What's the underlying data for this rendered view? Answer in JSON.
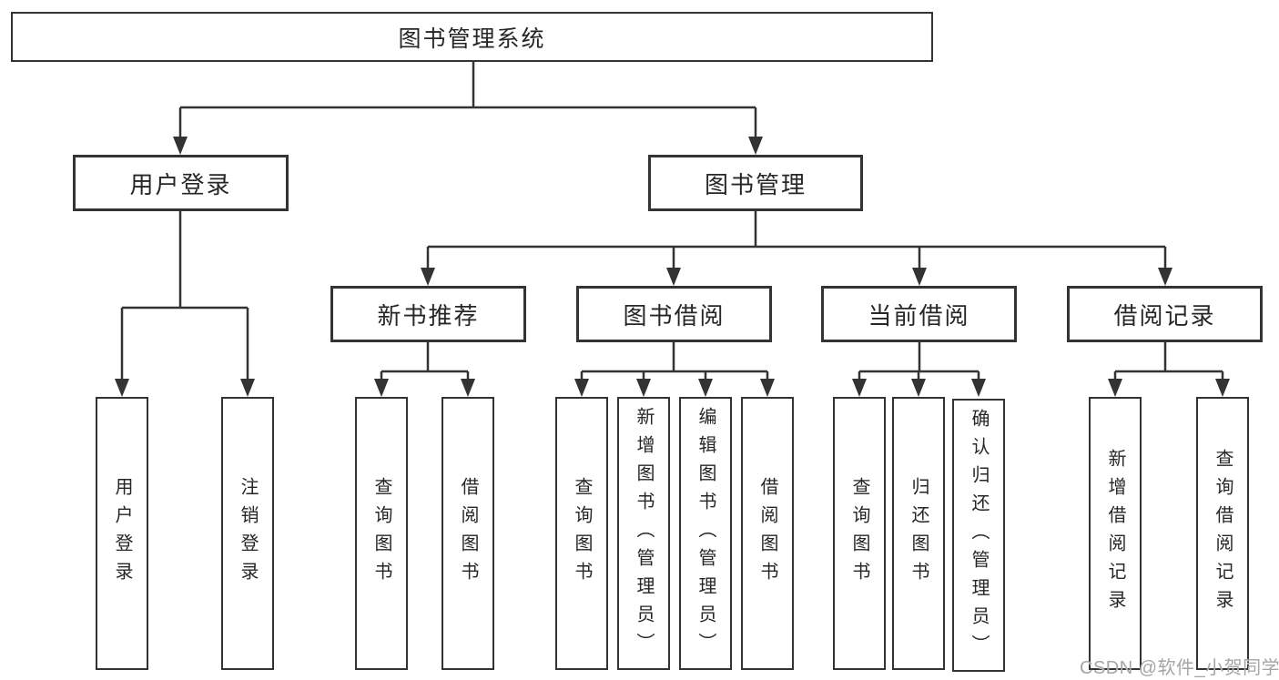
{
  "colors": {
    "background": "#ffffff",
    "line": "#333333",
    "box_border": "#333333",
    "box_fill": "#ffffff",
    "text": "#262626",
    "watermark": "#a5a5a5"
  },
  "tree": {
    "label": "图书管理系统",
    "children": [
      {
        "label": "用户登录",
        "children": [
          {
            "label": "用户登录"
          },
          {
            "label": "注销登录"
          }
        ]
      },
      {
        "label": "图书管理",
        "children": [
          {
            "label": "新书推荐",
            "children": [
              {
                "label": "查询图书"
              },
              {
                "label": "借阅图书"
              }
            ]
          },
          {
            "label": "图书借阅",
            "children": [
              {
                "label": "查询图书"
              },
              {
                "label": "新增图书（管理员）"
              },
              {
                "label": "编辑图书（管理员）"
              },
              {
                "label": "借阅图书"
              }
            ]
          },
          {
            "label": "当前借阅",
            "children": [
              {
                "label": "查询图书"
              },
              {
                "label": "归还图书"
              },
              {
                "label": "确认归还（管理员）"
              }
            ]
          },
          {
            "label": "借阅记录",
            "children": [
              {
                "label": "新增借阅记录"
              },
              {
                "label": "查询借阅记录"
              }
            ]
          }
        ]
      }
    ]
  },
  "watermark": {
    "text": "CSDN @软件_小贺同学"
  }
}
